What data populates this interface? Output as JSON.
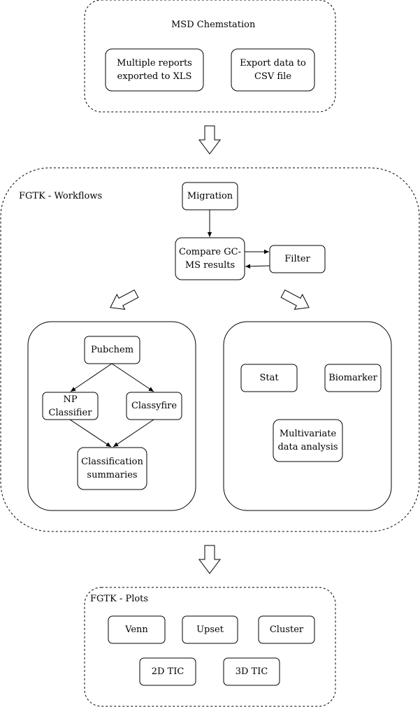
{
  "groups": {
    "msd": {
      "title": "MSD Chemstation"
    },
    "workflows": {
      "title": "FGTK - Workflows"
    },
    "plots": {
      "title": "FGTK - Plots"
    }
  },
  "nodes": {
    "multiple_reports": "Multiple reports exported to XLS",
    "export_csv": "Export data to CSV file",
    "migration": "Migration",
    "compare": "Compare GC-MS results",
    "filter": "Filter",
    "pubchem": "Pubchem",
    "np_classifier": "NP Classifier",
    "classyfire": "Classyfire",
    "classification_summaries": "Classification summaries",
    "stat": "Stat",
    "biomarker": "Biomarker",
    "multivariate": "Multivariate data analysis",
    "venn": "Venn",
    "upset": "Upset",
    "cluster": "Cluster",
    "tic2d": "2D TIC",
    "tic3d": "3D TIC"
  }
}
